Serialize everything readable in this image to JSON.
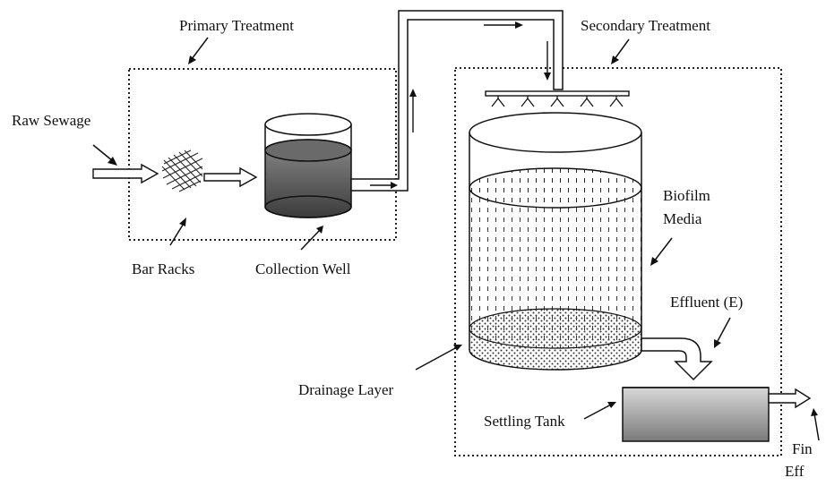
{
  "labels": {
    "primary": "Primary Treatment",
    "secondary": "Secondary Treatment",
    "raw_sewage": "Raw Sewage",
    "bar_racks": "Bar Racks",
    "collection_well": "Collection Well",
    "biofilm_line1": "Biofilm",
    "biofilm_line2": "Media",
    "effluent": "Effluent (E)",
    "drainage": "Drainage Layer",
    "settling": "Settling Tank",
    "final_line1": "Fin",
    "final_line2": "Eff"
  },
  "colors": {
    "stroke": "#111111",
    "box_border": "#222222",
    "well_water_top": "#8a8a8a",
    "well_water_bottom": "#3c3c3c",
    "tank_top": "#d8d8d8",
    "tank_bottom": "#7a7a7a"
  }
}
